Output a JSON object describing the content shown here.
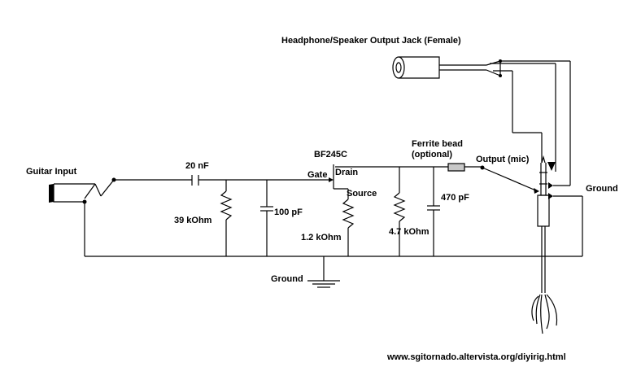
{
  "title": "Headphone/Speaker Output Jack (Female)",
  "labels": {
    "guitar_input": "Guitar Input",
    "cap_20nf": "20 nF",
    "res_39k": "39 kOhm",
    "cap_100pf": "100 pF",
    "transistor": "BF245C",
    "gate": "Gate",
    "drain": "Drain",
    "source": "Source",
    "res_1_2k": "1.2 kOhm",
    "res_4_7k": "4.7 kOhm",
    "cap_470pf": "470 pF",
    "ferrite_line1": "Ferrite bead",
    "ferrite_line2": "(optional)",
    "output_mic": "Output (mic)",
    "ground_right": "Ground",
    "ground_bottom": "Ground"
  },
  "footer_url": "www.sgitornado.altervista.org/diyirig.html",
  "colors": {
    "ink": "#000000",
    "bead_fill": "#c8c8c8",
    "background": "#ffffff"
  }
}
